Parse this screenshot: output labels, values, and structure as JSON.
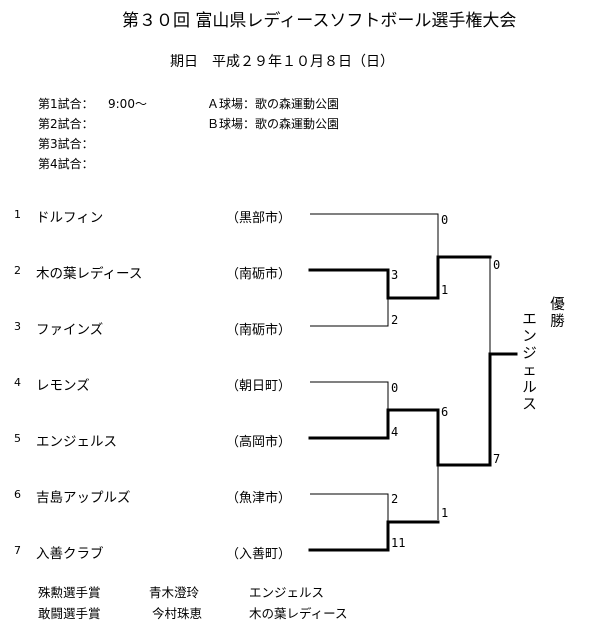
{
  "title": "第３０回 富山県レディースソフトボール選手権大会",
  "date": "期日　平成２９年１０月８日（日）",
  "schedule": [
    {
      "label": "第1試合：",
      "time": "9:00～"
    },
    {
      "label": "第2試合：",
      "time": ""
    },
    {
      "label": "第3試合：",
      "time": ""
    },
    {
      "label": "第4試合：",
      "time": ""
    }
  ],
  "venues": [
    "Ａ球場：歌の森運動公園",
    "Ｂ球場：歌の森運動公園"
  ],
  "teams": [
    {
      "seed": "1",
      "name": "ドルフィン",
      "city": "（黒部市）"
    },
    {
      "seed": "2",
      "name": "木の葉レディース",
      "city": "（南砺市）"
    },
    {
      "seed": "3",
      "name": "ファインズ",
      "city": "（南砺市）"
    },
    {
      "seed": "4",
      "name": "レモンズ",
      "city": "（朝日町）"
    },
    {
      "seed": "5",
      "name": "エンジェルス",
      "city": "（高岡市）"
    },
    {
      "seed": "6",
      "name": "吉島アップルズ",
      "city": "（魚津市）"
    },
    {
      "seed": "7",
      "name": "入善クラブ",
      "city": "（入善町）"
    }
  ],
  "scores": {
    "r1_a_top": "3",
    "r1_a_bottom": "2",
    "r1_b_top": "0",
    "r1_b_bottom": "4",
    "r1_c_top": "2",
    "r1_c_bottom": "11",
    "r2_a_top": "0",
    "r2_a_bottom": "1",
    "r2_b_top": "6",
    "r2_b_bottom": "1",
    "final_top": "0",
    "final_bottom": "7"
  },
  "champion": {
    "label": "優勝",
    "team": "エンジェルス"
  },
  "awards": [
    {
      "title": "殊勲選手賞",
      "player": "青木澄玲",
      "team": "エンジェルス"
    },
    {
      "title": "敢闘選手賞",
      "player": "今村珠恵",
      "team": "木の葉レディース"
    }
  ]
}
